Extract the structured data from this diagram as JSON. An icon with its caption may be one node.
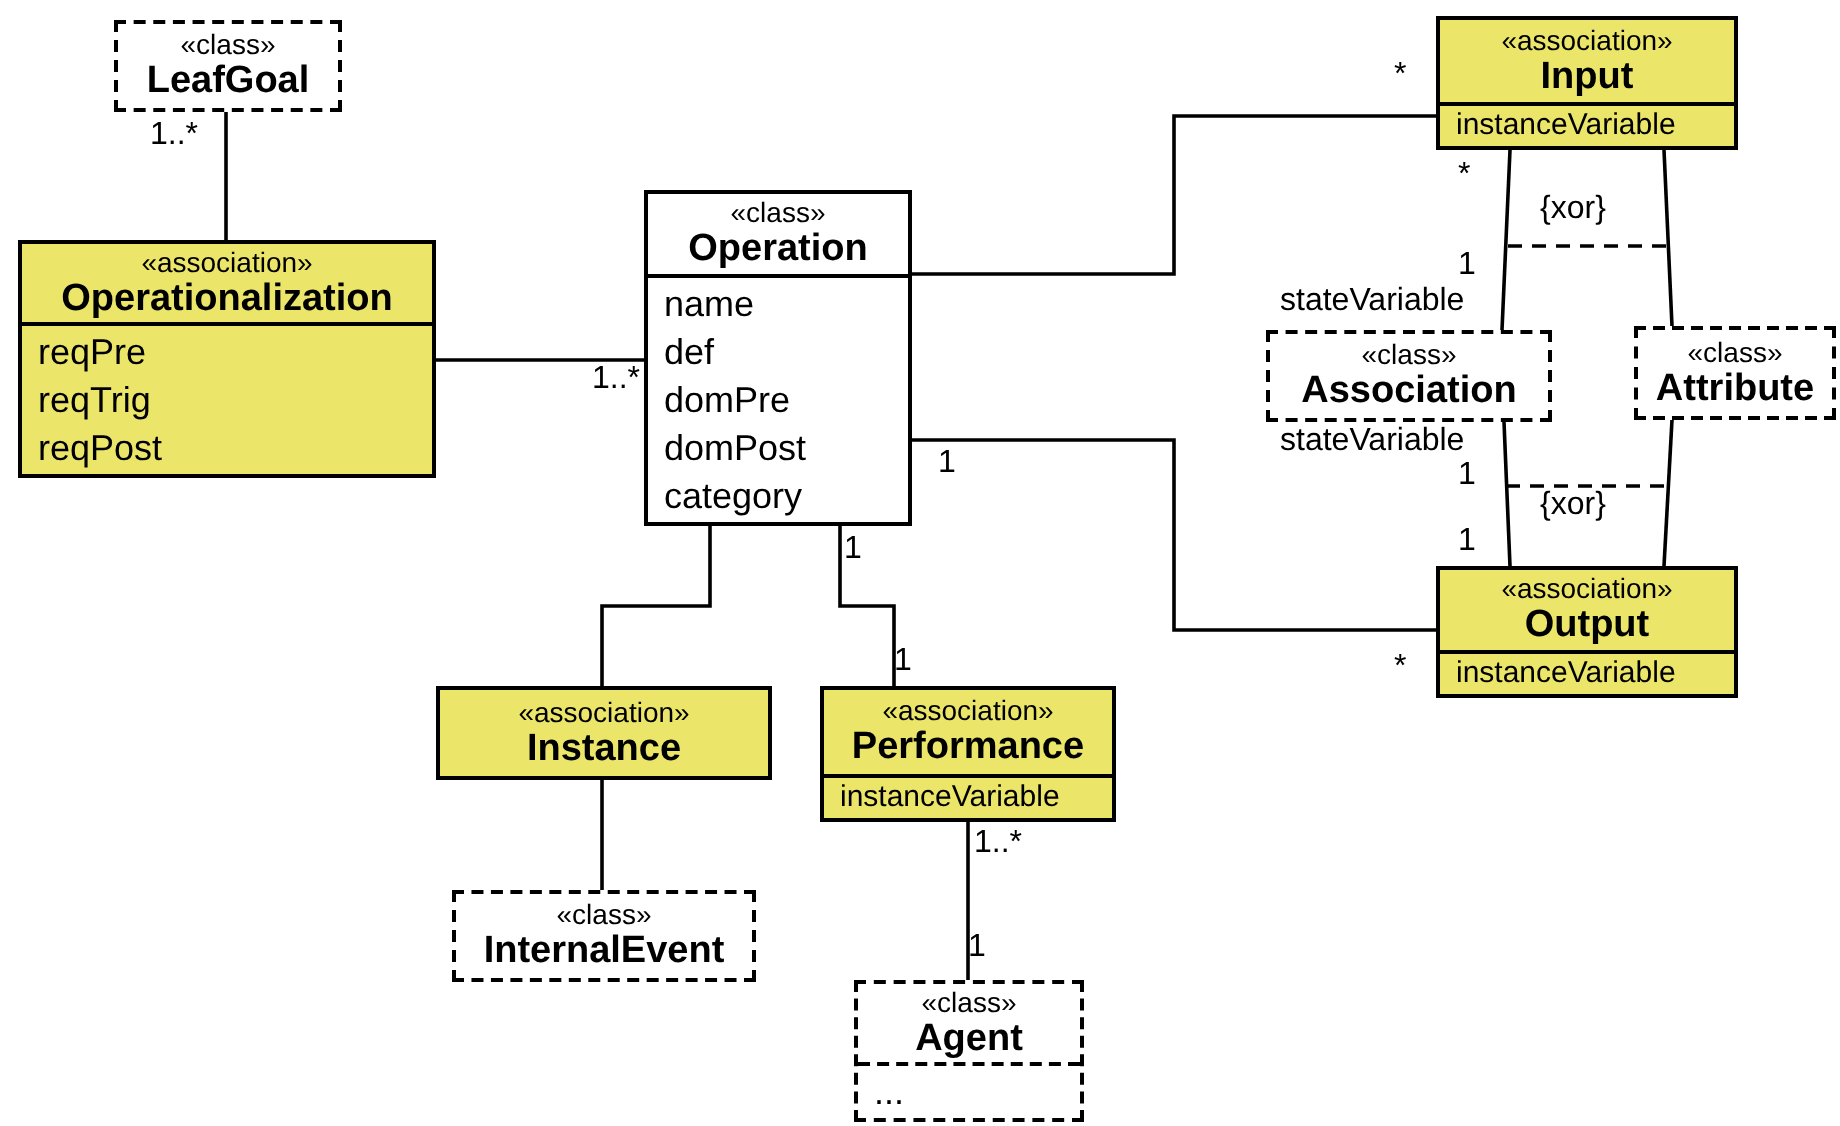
{
  "diagram": {
    "nodes": [
      {
        "text": [
          "«class»",
          "LeafGoal"
        ]
      },
      {
        "text": [
          "«association»",
          "Operationalization",
          "reqPre",
          "reqTrig",
          "reqPost"
        ]
      },
      {
        "text": [
          "«class»",
          "Operation",
          "name",
          "def",
          "domPre",
          "domPost",
          "category"
        ]
      },
      {
        "text": [
          "«association»",
          "Input",
          "instanceVariable"
        ]
      },
      {
        "text": [
          "«class»",
          "Association"
        ]
      },
      {
        "text": [
          "«class»",
          "Attribute"
        ]
      },
      {
        "text": [
          "«association»",
          "Output",
          "instanceVariable"
        ]
      },
      {
        "text": [
          "«association»",
          "Instance"
        ]
      },
      {
        "text": [
          "«association»",
          "Performance",
          "instanceVariable"
        ]
      },
      {
        "text": [
          "«class»",
          "InternalEvent"
        ]
      },
      {
        "text": [
          "«class»",
          "Agent",
          "..."
        ]
      }
    ],
    "edges": [
      {
        "from": 0,
        "to": 1,
        "arrow": "none"
      },
      {
        "from": 1,
        "to": 2,
        "arrow": "none"
      },
      {
        "from": 2,
        "to": 3,
        "arrow": "none"
      },
      {
        "from": 2,
        "to": 6,
        "arrow": "none"
      },
      {
        "from": 2,
        "to": 7,
        "arrow": "none"
      },
      {
        "from": 2,
        "to": 8,
        "arrow": "none"
      },
      {
        "from": 8,
        "to": 10,
        "arrow": "none"
      },
      {
        "from": 3,
        "to": 4,
        "arrow": "none"
      },
      {
        "from": 3,
        "to": 5,
        "arrow": "none"
      },
      {
        "from": 6,
        "to": 4,
        "arrow": "none"
      },
      {
        "from": 6,
        "to": 5,
        "arrow": "none"
      },
      {
        "from": 7,
        "to": 9,
        "arrow": "none"
      }
    ],
    "labels": [
      "1..*",
      "*",
      "*",
      "{xor}",
      "1",
      "stateVariable",
      "1..*",
      "stateVariable",
      "1",
      "1",
      "{xor}",
      "1",
      "*",
      "1",
      "1",
      "1..*",
      "1"
    ]
  }
}
